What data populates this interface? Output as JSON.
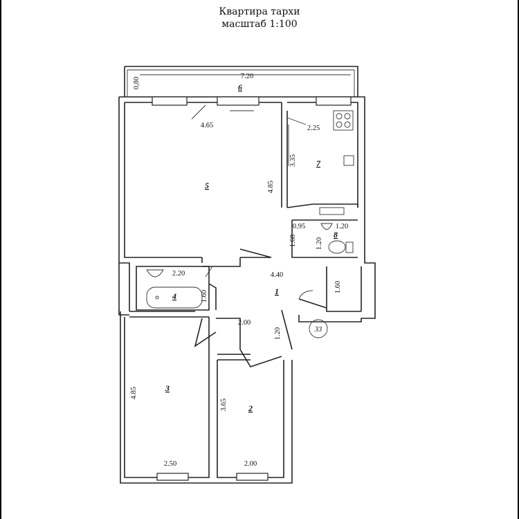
{
  "title": {
    "line1": "Квартира тархи",
    "line2": "масштаб 1:100"
  },
  "rooms": [
    {
      "id": "room-1",
      "number": "1"
    },
    {
      "id": "room-2",
      "number": "2"
    },
    {
      "id": "room-3",
      "number": "3"
    },
    {
      "id": "room-4",
      "number": "4"
    },
    {
      "id": "room-5",
      "number": "5"
    },
    {
      "id": "room-6",
      "number": "6"
    },
    {
      "id": "room-7",
      "number": "7"
    },
    {
      "id": "room-8",
      "number": "8"
    }
  ],
  "dimensions": {
    "balcony_width": "7.20",
    "balcony_depth": "0,80",
    "room5_width": "4.65",
    "room5_length": "4.85",
    "kitchen_width": "2.25",
    "kitchen_length": "3.35",
    "wc_width_a": "0.95",
    "wc_width_b": "1.20",
    "wc_length": "1.20",
    "hall_gap": "1.68",
    "hall_width": "4.40",
    "bath_width": "2.20",
    "bath_length": "1.60",
    "closet_length": "1.60",
    "corridor_width": "2.00",
    "corridor_length": "1.20",
    "room3_length": "4.85",
    "room3_width": "2.50",
    "room2_length": "3.65",
    "room2_width": "2.00"
  },
  "apartment_number": "33"
}
